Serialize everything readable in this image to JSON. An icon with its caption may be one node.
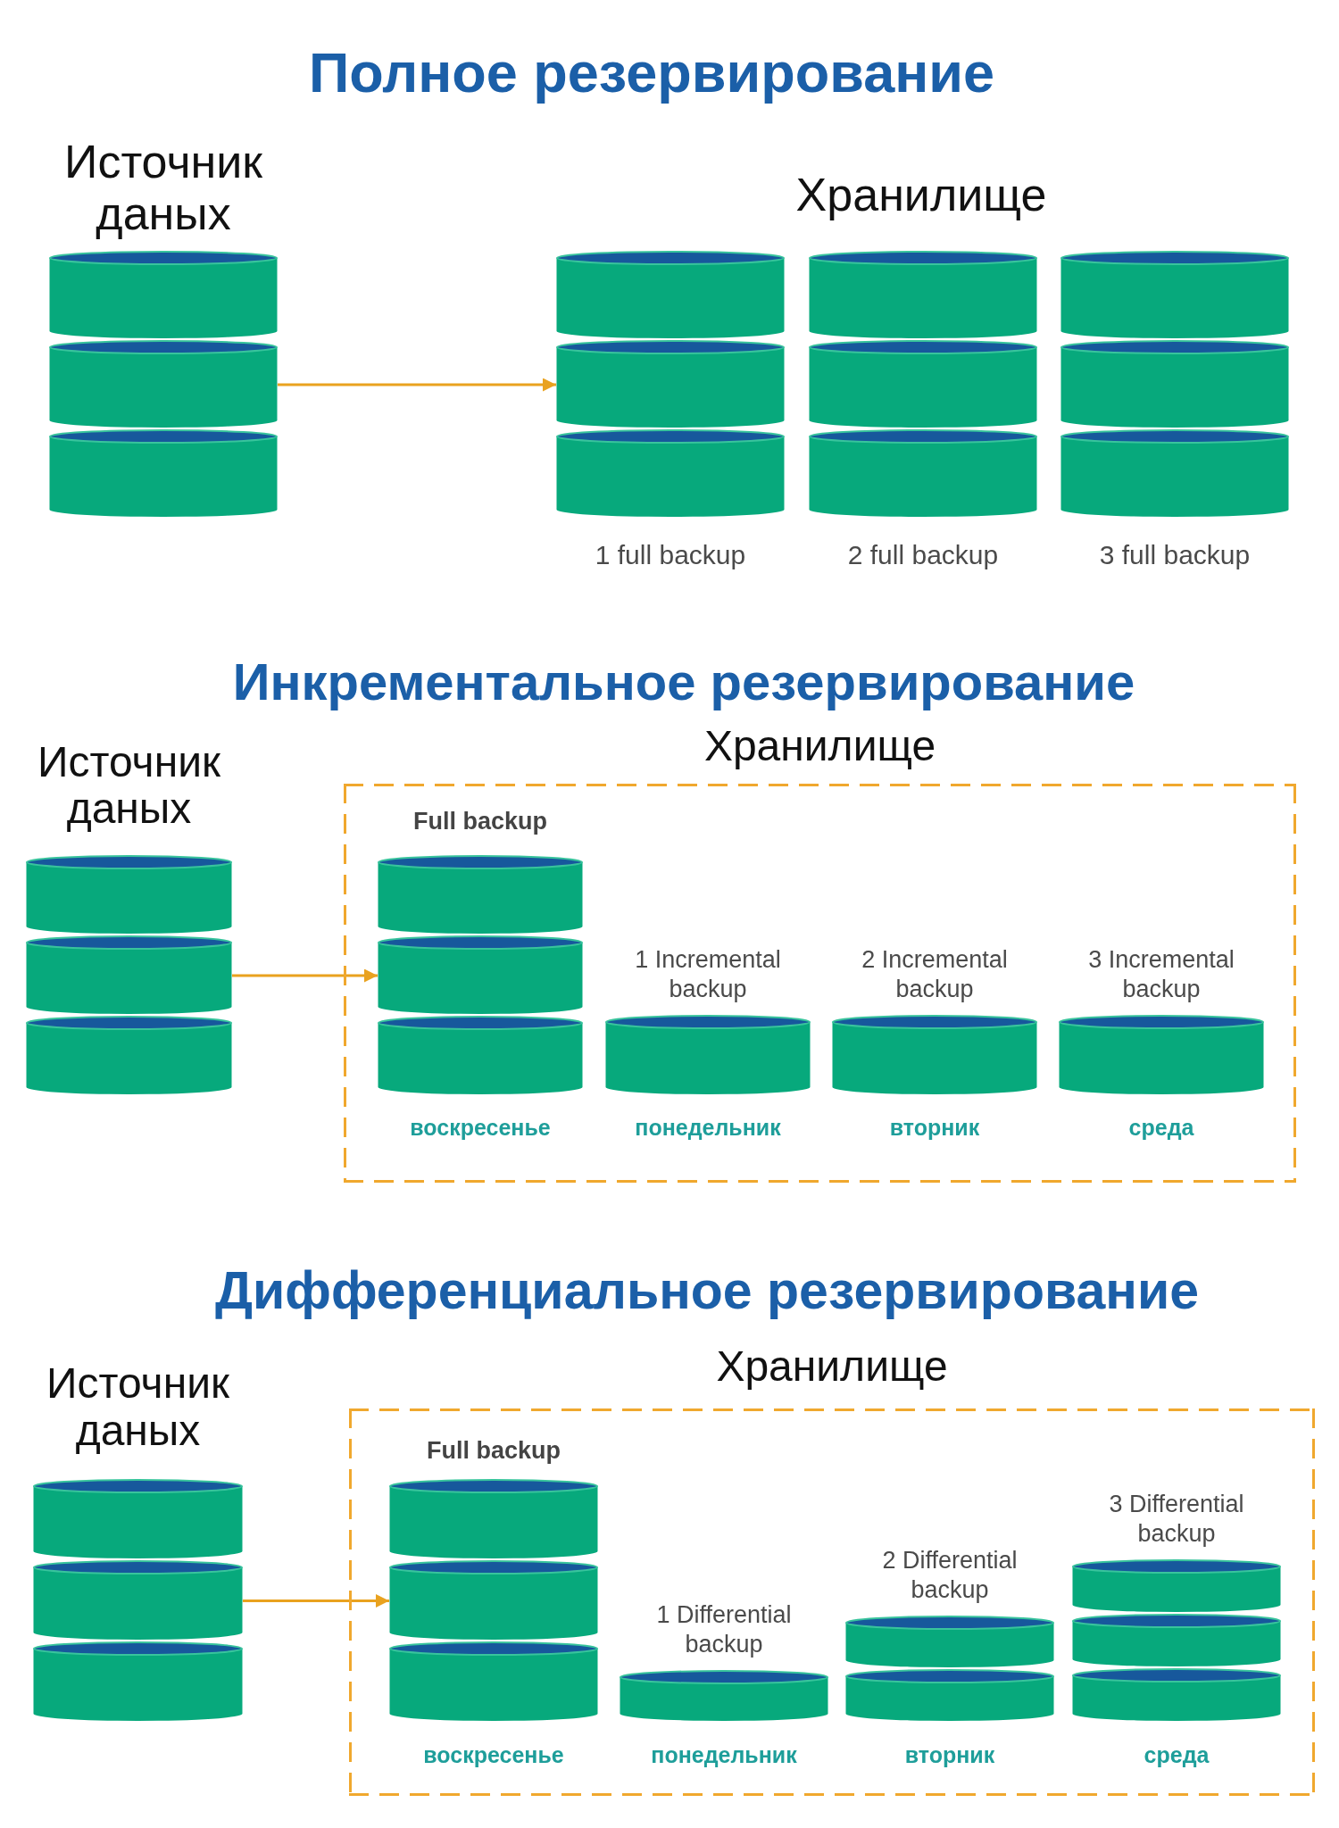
{
  "diagram": {
    "nodes": [
      {
        "text": [
          "Источник даных"
        ]
      },
      {
        "text": [
          "1 full backup"
        ]
      },
      {
        "text": [
          "2 full backup"
        ]
      },
      {
        "text": [
          "3 full backup"
        ]
      },
      {
        "text": [
          "Источник даных"
        ]
      },
      {
        "text": [
          "Хранилище"
        ]
      },
      {
        "text": [
          "Full backup"
        ],
        "in": 5,
        "beside": [
          "воскресенье"
        ]
      },
      {
        "text": [
          "1 Incremental backup"
        ],
        "in": 5,
        "beside": [
          "понедельник"
        ]
      },
      {
        "text": [
          "2 Incremental backup"
        ],
        "in": 5,
        "beside": [
          "вторник"
        ]
      },
      {
        "text": [
          "3 Incremental backup"
        ],
        "in": 5,
        "beside": [
          "среда"
        ]
      },
      {
        "text": [
          "Источник даных"
        ]
      },
      {
        "text": [
          "Хранилище"
        ]
      },
      {
        "text": [
          "Full backup"
        ],
        "in": 11,
        "beside": [
          "воскресенье"
        ]
      },
      {
        "text": [
          "1 Differential backup"
        ],
        "in": 11,
        "beside": [
          "понедельник"
        ]
      },
      {
        "text": [
          "2 Differential backup"
        ],
        "in": 11,
        "beside": [
          "вторник"
        ]
      },
      {
        "text": [
          "3 Differential backup"
        ],
        "in": 11,
        "beside": [
          "среда"
        ]
      }
    ],
    "edges": [
      {
        "from": 0,
        "to": 1,
        "arrow": "to"
      },
      {
        "from": 4,
        "to": 6,
        "arrow": "to"
      },
      {
        "from": 10,
        "to": 12,
        "arrow": "to"
      }
    ],
    "labels": [
      "Полное резервирование",
      "Хранилище",
      "Инкрементальное резервирование",
      "Дифференциальное резервирование"
    ]
  }
}
